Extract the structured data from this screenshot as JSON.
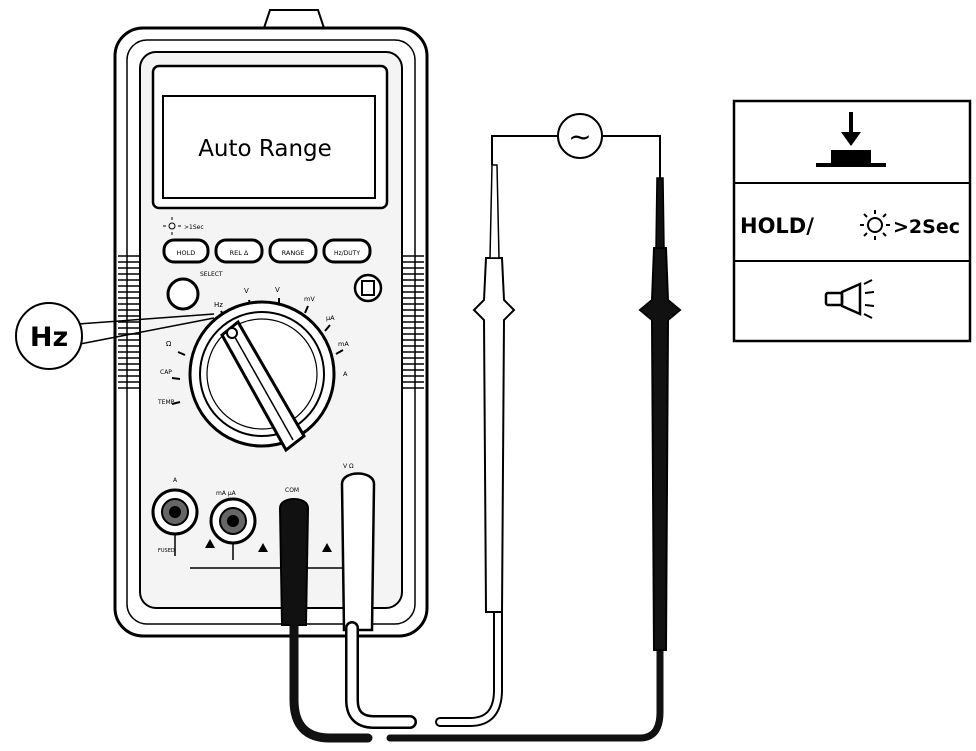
{
  "display": {
    "text": "Auto Range"
  },
  "hz_callout": {
    "text": "Hz"
  },
  "legend": {
    "row2_hold": "HOLD/",
    "row2_time": ">2Sec"
  },
  "ac_source": {
    "symbol": "~"
  },
  "meter": {
    "buttons": [
      "HOLD",
      "REL Δ",
      "RANGE",
      "Hz/DUTY"
    ],
    "select_label": "SELECT",
    "backlight_hint": ">1Sec",
    "dial_marks": [
      "Hz",
      "V",
      "V",
      "mV",
      "μA",
      "mA",
      "A",
      "Ω",
      "CAP",
      "TEMP"
    ],
    "terminal_labels": [
      "A",
      "mA μA",
      "COM",
      "V Ω"
    ],
    "fuse_label": "FUSED"
  },
  "colors": {
    "ink": "#000000",
    "paper": "#ffffff",
    "meter_fill": "#f4f4f4",
    "lead_black": "#111111"
  }
}
